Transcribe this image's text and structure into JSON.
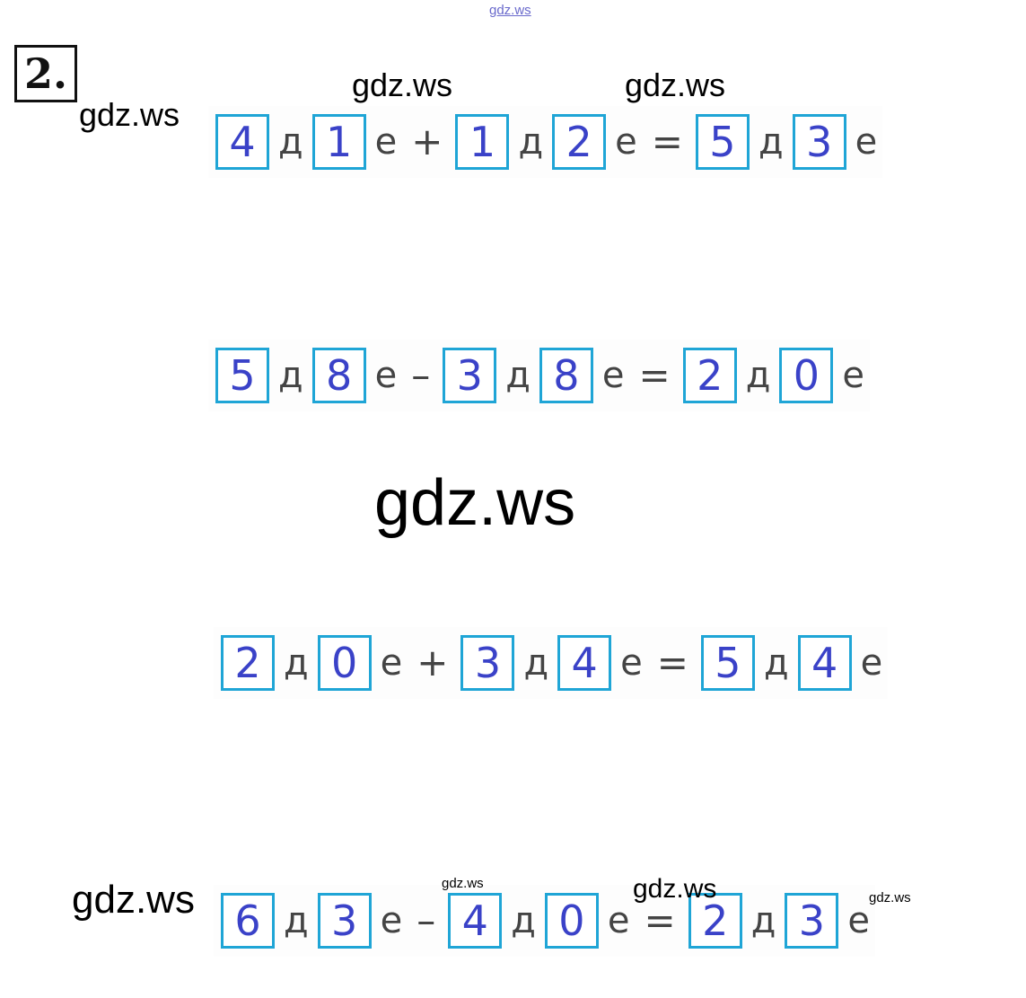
{
  "task": {
    "number": "2."
  },
  "units": {
    "tens": "д",
    "ones": "е"
  },
  "equations": [
    {
      "a_tens": "4",
      "a_ones": "1",
      "op": "+",
      "b_tens": "1",
      "b_ones": "2",
      "eq": "=",
      "r_tens": "5",
      "r_ones": "3"
    },
    {
      "a_tens": "5",
      "a_ones": "8",
      "op": "–",
      "b_tens": "3",
      "b_ones": "8",
      "eq": "=",
      "r_tens": "2",
      "r_ones": "0"
    },
    {
      "a_tens": "2",
      "a_ones": "0",
      "op": "+",
      "b_tens": "3",
      "b_ones": "4",
      "eq": "=",
      "r_tens": "5",
      "r_ones": "4"
    },
    {
      "a_tens": "6",
      "a_ones": "3",
      "op": "–",
      "b_tens": "4",
      "b_ones": "0",
      "eq": "=",
      "r_tens": "2",
      "r_ones": "3"
    }
  ],
  "watermarks": {
    "top": "gdz.ws",
    "big": "gdz.ws",
    "w1": "gdz.ws",
    "w2": "gdz.ws",
    "w3": "gdz.ws",
    "w4": "gdz.ws",
    "w5": "gdz.ws",
    "w6": "gdz.ws",
    "w7": "gdz.ws"
  }
}
